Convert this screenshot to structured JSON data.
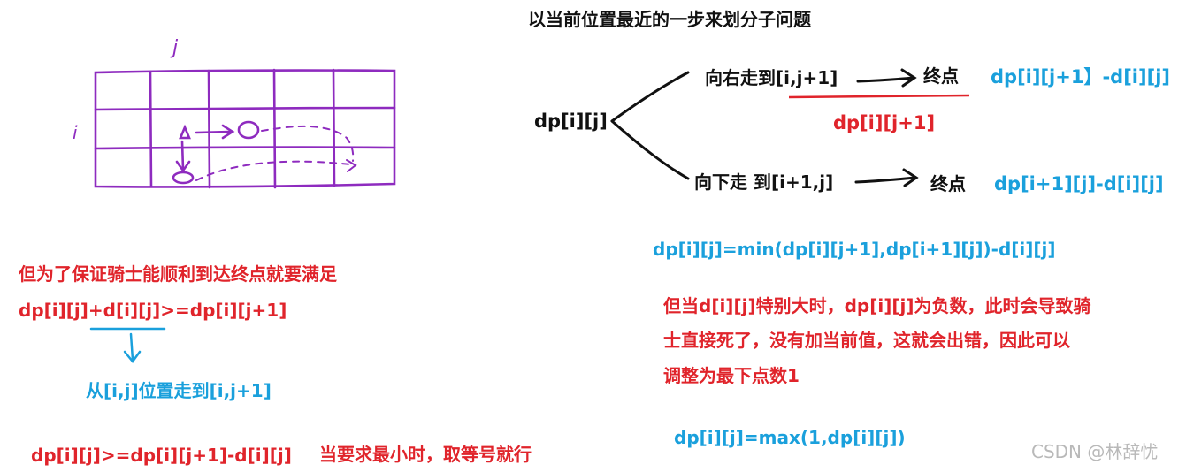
{
  "title": "以当前位置最近的一步来划分子问题",
  "grid": {
    "label_j": "j",
    "label_i": "i",
    "rows": 3,
    "cols": 5,
    "stroke_color": "#8e2bbf"
  },
  "tree": {
    "root": "dp[i][j]",
    "right_move": "向右走到[i,j+1]",
    "right_end": "终点",
    "right_result": "dp[i][j+1】-d[i][j]",
    "right_sub": "dp[i][j+1]",
    "down_move": "向下走 到[i+1,j]",
    "down_end": "终点",
    "down_result": "dp[i+1][j]-d[i][j]"
  },
  "formula_min": "dp[i][j]=min(dp[i][j+1],dp[i+1][j])-d[i][j]",
  "left_notes": {
    "condition_title": "但为了保证骑士能顺利到达终点就要满足",
    "inequality": "dp[i][j]+d[i][j]>=dp[i][j+1]",
    "explain": "从[i,j]位置走到[i,j+1]",
    "result": "dp[i][j]>=dp[i][j+1]-d[i][j]",
    "result_note": "当要求最小时，取等号就行"
  },
  "right_notes": {
    "line1": "但当d[i][j]特别大时，dp[i][j]为负数，此时会导致骑",
    "line2": "士直接死了，没有加当前值，这就会出错，因此可以",
    "line3": "调整为最下点数1"
  },
  "formula_max": "dp[i][j]=max(1,dp[i][j])",
  "watermark": "CSDN @林辞忧",
  "colors": {
    "red": "#e0242b",
    "blue": "#1aa0dc",
    "black": "#111111",
    "purple": "#8e2bbf"
  }
}
